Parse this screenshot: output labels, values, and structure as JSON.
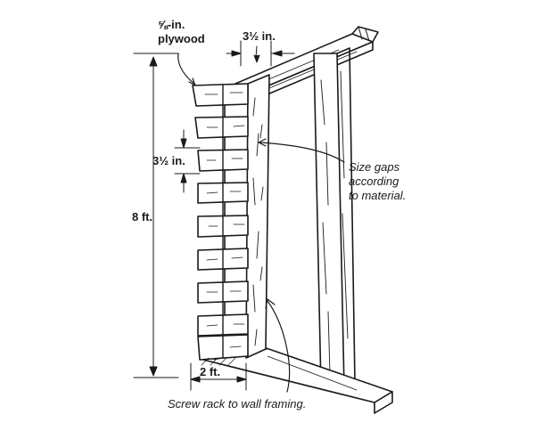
{
  "diagram": {
    "labels": {
      "plywood_line1": "⅝-in.",
      "plywood_line2": "plywood",
      "top_dimension": "3½ in.",
      "gap_dimension": "3½ in.",
      "height": "8 ft.",
      "width": "2 ft.",
      "note_gaps_line1": "Size gaps",
      "note_gaps_line2": "according",
      "note_gaps_line3": "to material.",
      "note_screw": "Screw rack to wall framing."
    },
    "colors": {
      "ink": "#1a1a1a",
      "background": "#ffffff"
    }
  }
}
